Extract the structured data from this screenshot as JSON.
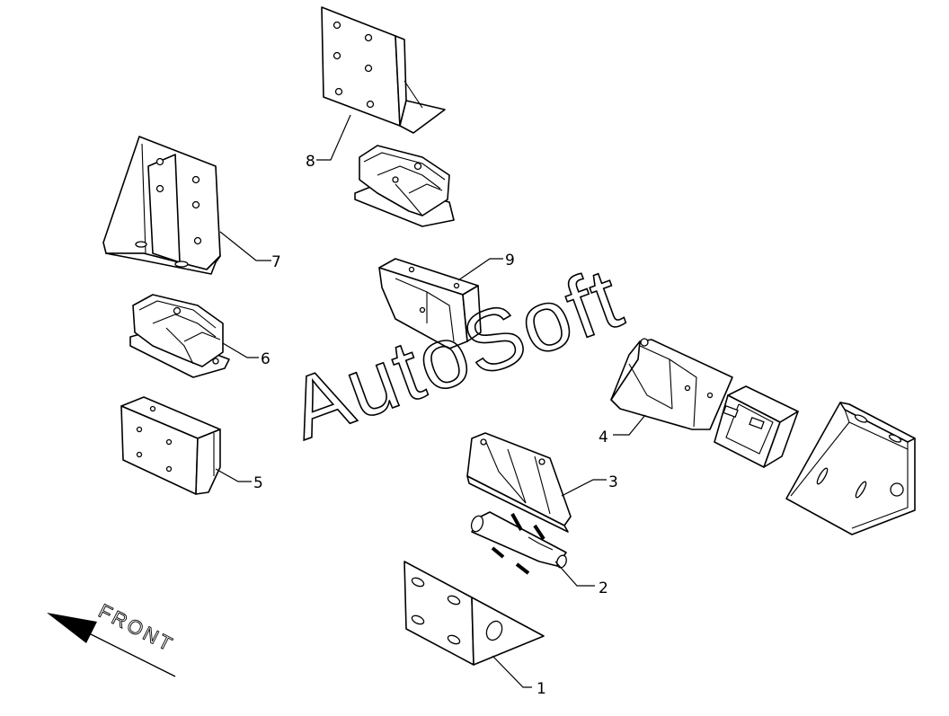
{
  "watermark": "AutoSoft",
  "direction_label": "FRONT",
  "callouts": {
    "c1": "1",
    "c2": "2",
    "c3": "3",
    "c4": "4",
    "c5": "5",
    "c6": "6",
    "c7": "7",
    "c8": "8",
    "c9": "9"
  }
}
